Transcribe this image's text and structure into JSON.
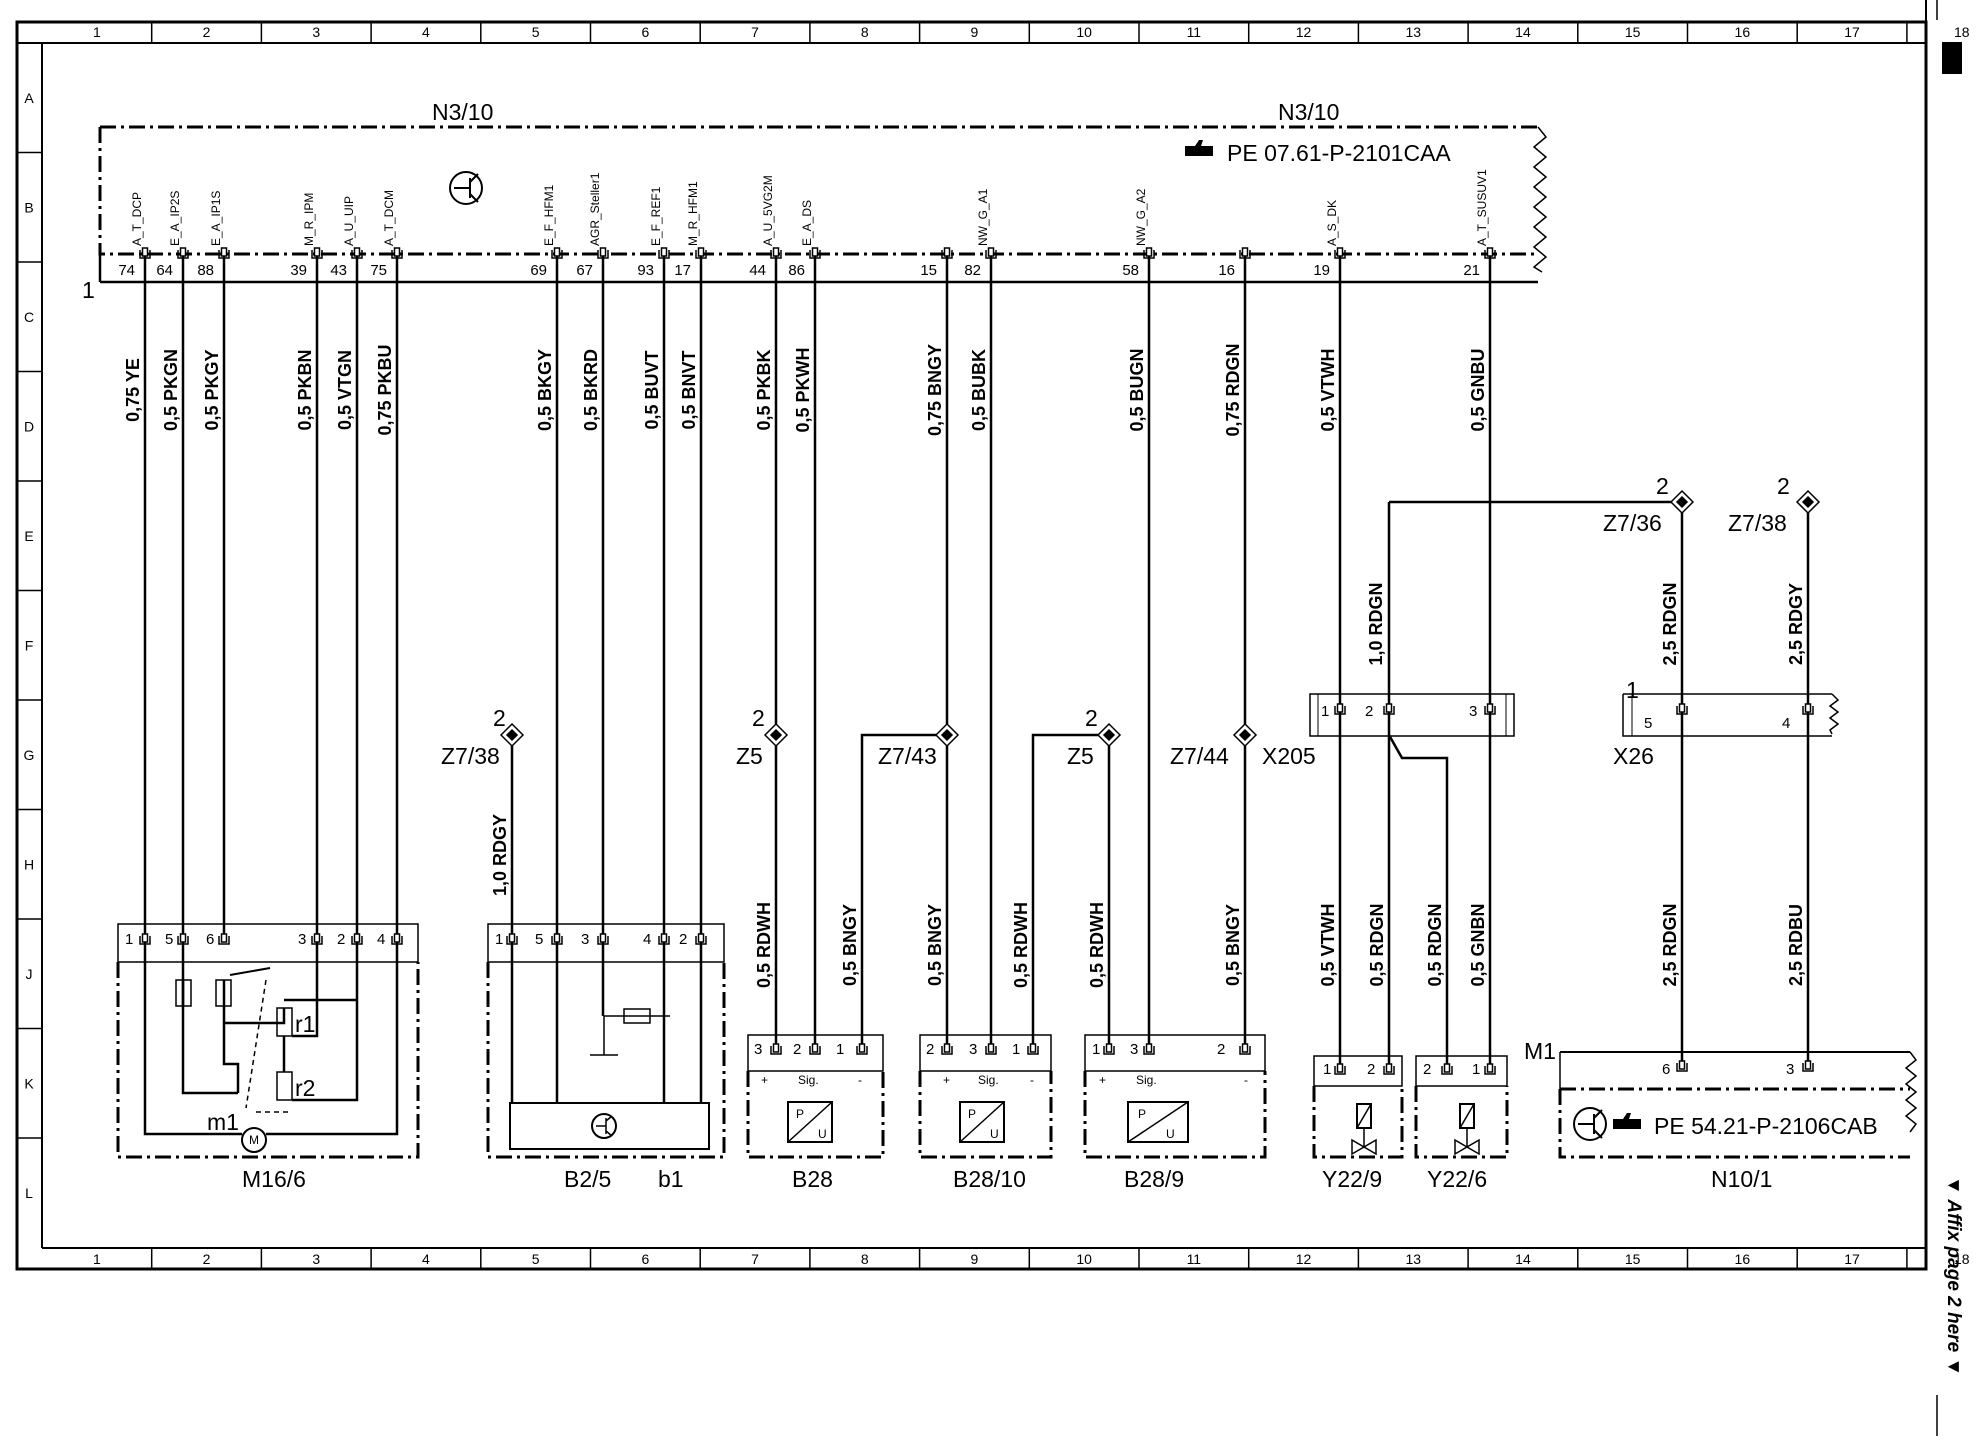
{
  "grid": {
    "cols": [
      "1",
      "2",
      "3",
      "4",
      "5",
      "6",
      "7",
      "8",
      "9",
      "10",
      "11",
      "12",
      "13",
      "14",
      "15",
      "16",
      "17",
      "18"
    ],
    "rows": [
      "A",
      "B",
      "C",
      "D",
      "E",
      "F",
      "G",
      "H",
      "J",
      "K",
      "L"
    ]
  },
  "sidebar": {
    "note": "▼ Affix page 2 here ▼"
  },
  "control_unit": {
    "label_left": "N3/10",
    "label_right": "N3/10",
    "connector_label": "1",
    "ref": "PE 07.61-P-2101CAA",
    "pins": [
      {
        "num": "74",
        "signal": "A_T_DCP",
        "wire": "0,75 YE"
      },
      {
        "num": "64",
        "signal": "E_A_IP2S",
        "wire": "0,5 PKGN"
      },
      {
        "num": "88",
        "signal": "E_A_IP1S",
        "wire": "0,5 PKGY"
      },
      {
        "num": "39",
        "signal": "M_R_IPM",
        "wire": "0,5 PKBN"
      },
      {
        "num": "43",
        "signal": "A_U_UIP",
        "wire": "0,5 VTGN"
      },
      {
        "num": "75",
        "signal": "A_T_DCM",
        "wire": "0,75 PKBU"
      },
      {
        "num": "69",
        "signal": "E_F_HFM1",
        "wire": "0,5 BKGY"
      },
      {
        "num": "67",
        "signal": "AGR_Steller1",
        "wire": "0,5 BKRD"
      },
      {
        "num": "93",
        "signal": "E_F_REF1",
        "wire": "0,5 BUVT"
      },
      {
        "num": "17",
        "signal": "M_R_HFM1",
        "wire": "0,5 BNVT"
      },
      {
        "num": "44",
        "signal": "A_U_5VG2M",
        "wire": "0,5 PKBK"
      },
      {
        "num": "86",
        "signal": "E_A_DS",
        "wire": "0,5 PKWH"
      },
      {
        "num": "15",
        "signal": "",
        "wire": "0,75 BNGY"
      },
      {
        "num": "82",
        "signal": "NW_G_A1",
        "wire": "0,5 BUBK"
      },
      {
        "num": "58",
        "signal": "NW_G_A2",
        "wire": "0,5 BUGN"
      },
      {
        "num": "16",
        "signal": "",
        "wire": "0,75 RDGN"
      },
      {
        "num": "19",
        "signal": "A_S_DK",
        "wire": "0,5 VTWH"
      },
      {
        "num": "21",
        "signal": "A_T_SUSUV1",
        "wire": "0,5 GNBU"
      }
    ]
  },
  "splices": [
    {
      "id": "Z7/38",
      "num": "2"
    },
    {
      "id": "Z5",
      "num": "2"
    },
    {
      "id": "Z7/43",
      "num": ""
    },
    {
      "id": "Z5",
      "num": "2"
    },
    {
      "id": "Z7/44",
      "num": ""
    },
    {
      "id": "Z7/36",
      "num": "2"
    },
    {
      "id": "Z7/38",
      "num": "2"
    }
  ],
  "connectors": {
    "x205": {
      "label": "X205",
      "pins": [
        "1",
        "2",
        "3"
      ]
    },
    "x26": {
      "label": "X26",
      "conn": "1",
      "pins": [
        "5",
        "4"
      ]
    }
  },
  "wires_mid": {
    "rdgn_1": "1,0 RDGN",
    "rdgn_25": "2,5 RDGN",
    "rdgy_25": "2,5 RDGY",
    "rdgy_10": "1,0 RDGY",
    "z5a": "0,5 RDWH",
    "z743a": "0,5 BNGY",
    "z743b": "0,5 BNGY",
    "z5b_a": "0,5 RDWH",
    "z5b_b": "0,5 RDWH",
    "z744": "0,5 BNGY",
    "vtwh": "0,5 VTWH",
    "rdgn_a": "0,5 RDGN",
    "rdgn_b": "0,5 RDGN",
    "gnbn": "0,5 GNBN",
    "rdgn_25b": "2,5 RDGN",
    "rdbu_25": "2,5 RDBU"
  },
  "components": {
    "m16": {
      "label": "M16/6",
      "pins": [
        "1",
        "5",
        "6",
        "3",
        "2",
        "4"
      ],
      "r1": "r1",
      "r2": "r2",
      "m1": "m1",
      "motor": "M"
    },
    "b25": {
      "label": "B2/5",
      "sub": "b1",
      "pins": [
        "1",
        "5",
        "3",
        "4",
        "2"
      ]
    },
    "b28": {
      "label": "B28",
      "pins": [
        "3",
        "2",
        "1"
      ],
      "plus": "+",
      "sig": "Sig.",
      "minus": "-"
    },
    "b2810": {
      "label": "B28/10",
      "pins": [
        "2",
        "3",
        "1"
      ],
      "plus": "+",
      "sig": "Sig.",
      "minus": "-"
    },
    "b289": {
      "label": "B28/9",
      "pins": [
        "1",
        "3",
        "2"
      ],
      "plus": "+",
      "sig": "Sig.",
      "minus": "-"
    },
    "y229": {
      "label": "Y22/9",
      "pins": [
        "1",
        "2"
      ]
    },
    "y226": {
      "label": "Y22/6",
      "pins": [
        "2",
        "1"
      ]
    },
    "n101": {
      "label": "N10/1",
      "conn": "M1",
      "pins": [
        "6",
        "3"
      ],
      "ref": "PE 54.21-P-2106CAB"
    },
    "pu": {
      "p": "P",
      "u": "U"
    }
  }
}
